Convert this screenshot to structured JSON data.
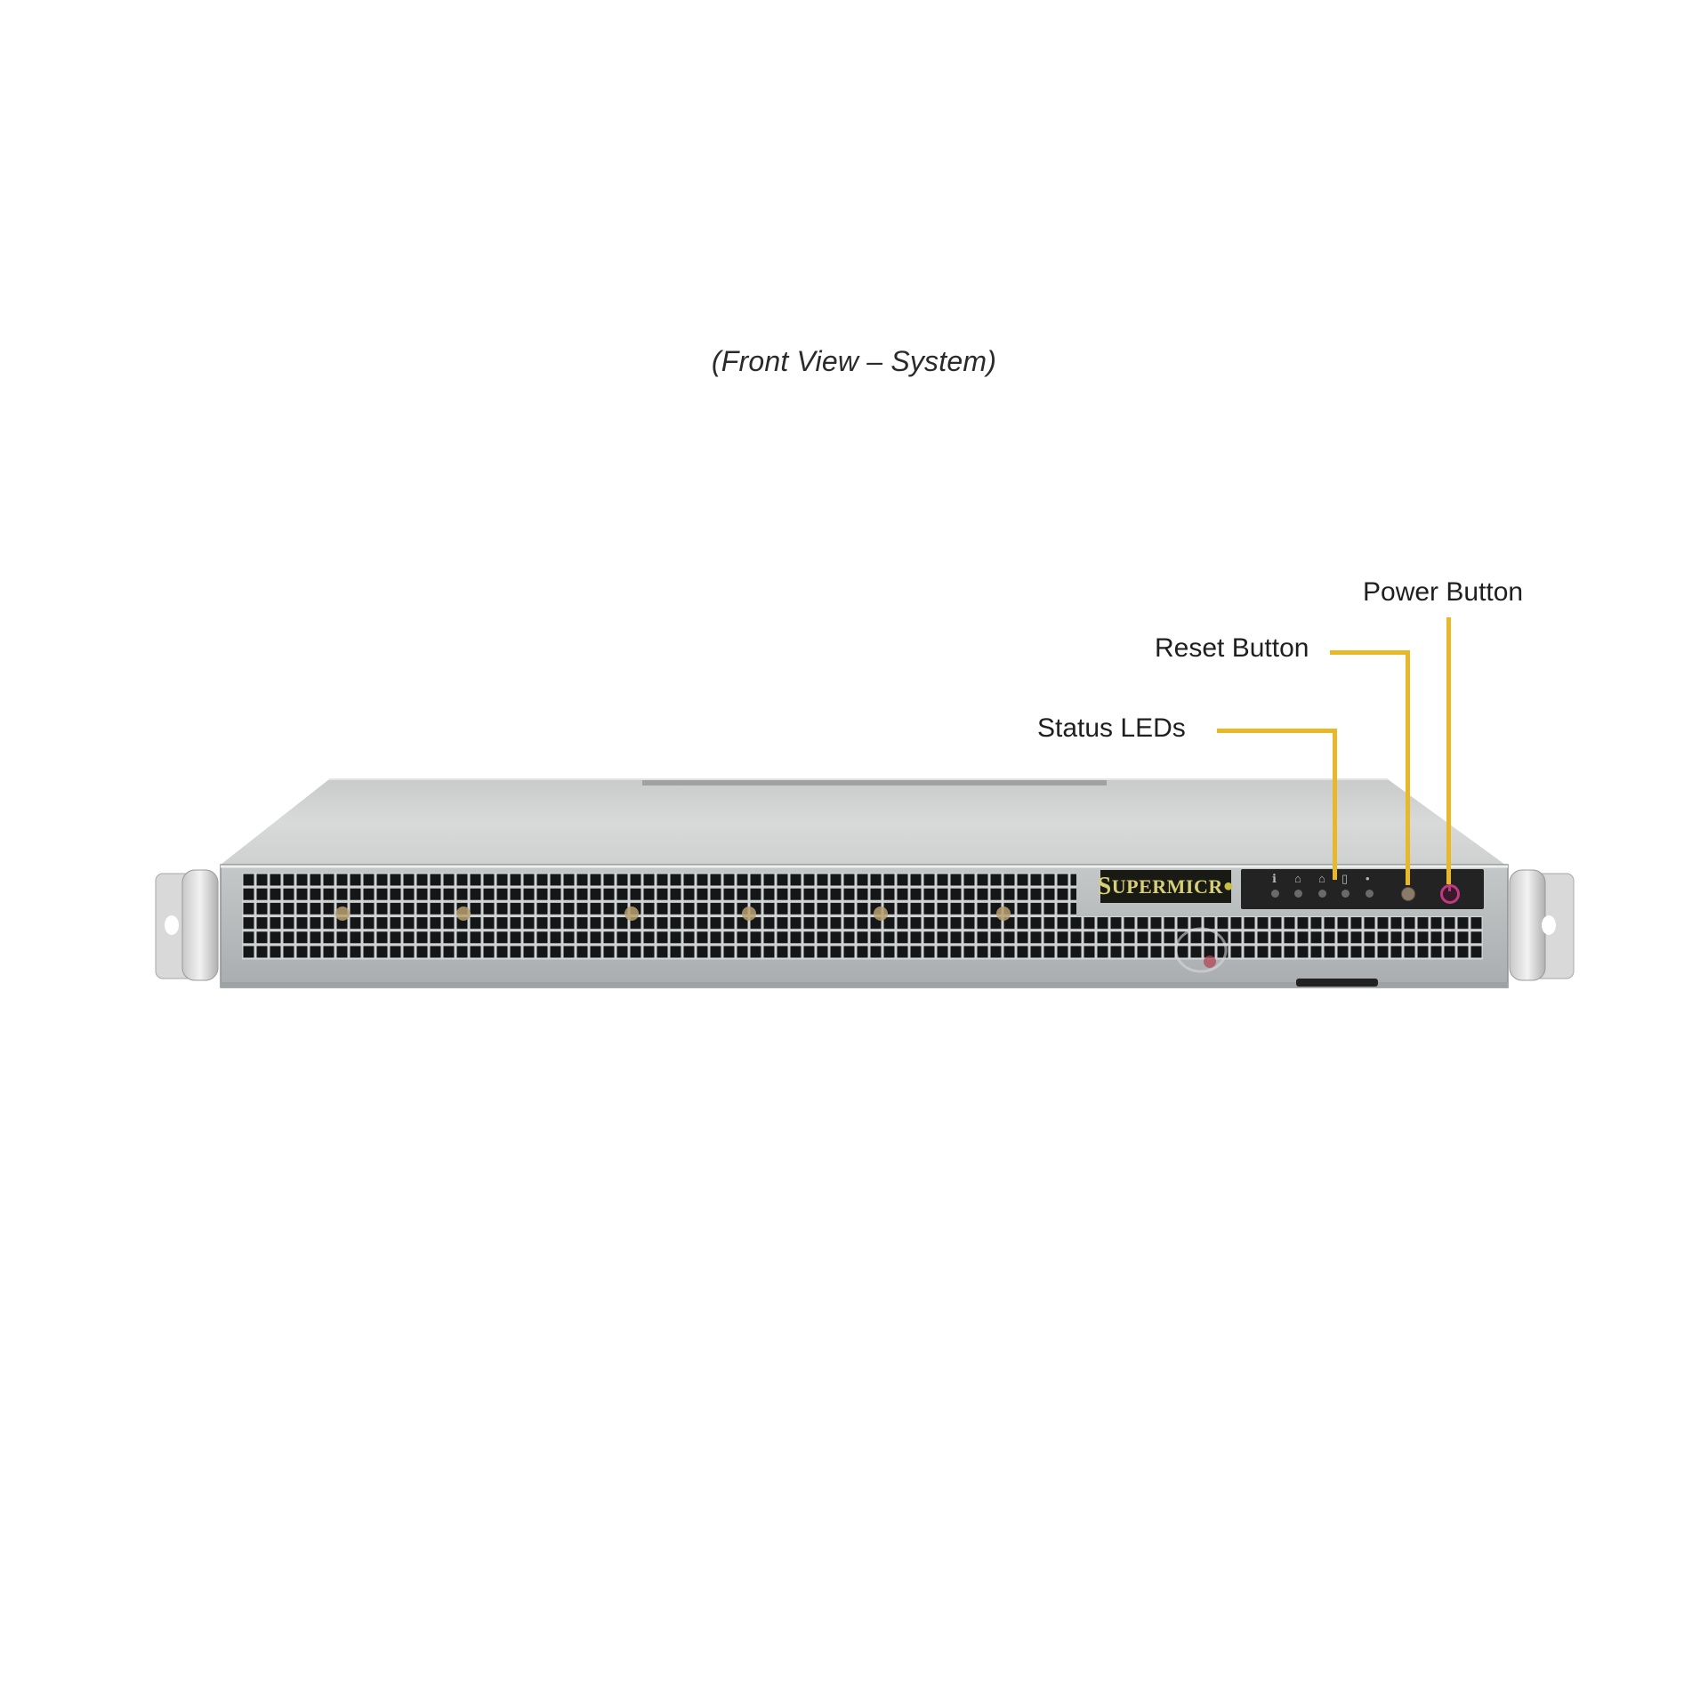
{
  "figure": {
    "caption": "(Front View – System)",
    "subject": "1U rack server chassis, front view",
    "brand_badge": {
      "text": "SUPERMICRO",
      "initial": "S",
      "rest": "UPERMICR",
      "trailing_glyph": "●"
    },
    "callouts": [
      {
        "id": "power",
        "label": "Power Button",
        "leader_color": "#e8b828"
      },
      {
        "id": "reset",
        "label": "Reset Button",
        "leader_color": "#e8b828"
      },
      {
        "id": "status",
        "label": "Status LEDs",
        "leader_color": "#e8b828"
      }
    ],
    "status_leds": [
      {
        "icon": "info-icon",
        "glyph": "ℹ"
      },
      {
        "icon": "nic1-icon",
        "glyph": "⌂"
      },
      {
        "icon": "nic2-icon",
        "glyph": "⌂"
      },
      {
        "icon": "hdd-icon",
        "glyph": "▯"
      },
      {
        "icon": "power-led-icon",
        "glyph": "•"
      }
    ],
    "colors": {
      "leader": "#e8b828",
      "power_button_ring": "#c03a82",
      "chassis_face": "#b9bdbf",
      "chassis_top": "#d4d6d6",
      "panel": "#232323"
    }
  }
}
